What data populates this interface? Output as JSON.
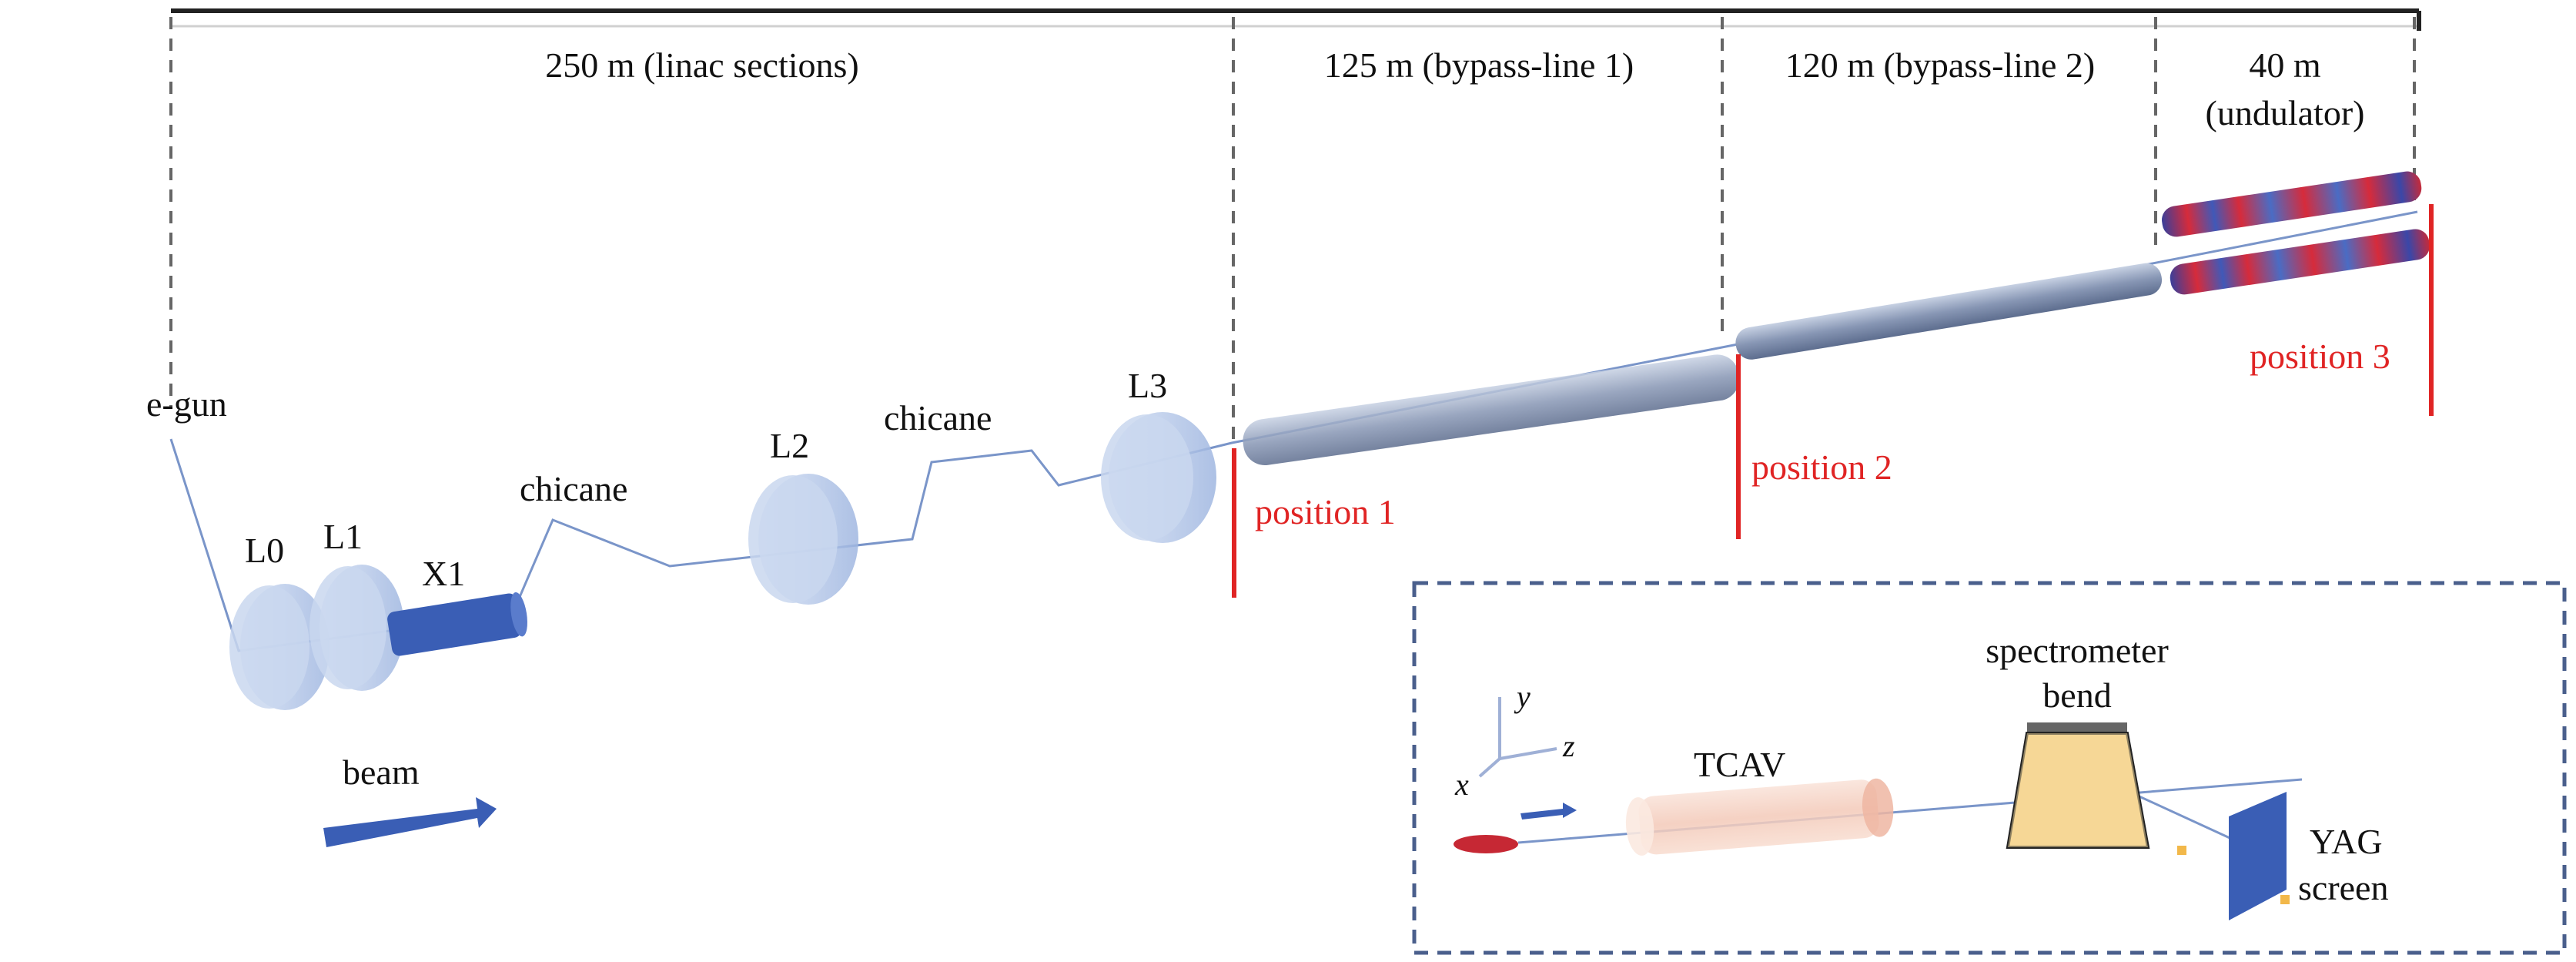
{
  "segments": {
    "linac": "250 m (linac sections)",
    "bypass1": "125 m (bypass-line 1)",
    "bypass2": "120 m (bypass-line 2)",
    "undulator_line1": "40 m",
    "undulator_line2": "(undulator)"
  },
  "components": {
    "egun": "e-gun",
    "l0": "L0",
    "l1": "L1",
    "x1": "X1",
    "chicane1": "chicane",
    "l2": "L2",
    "chicane2": "chicane",
    "l3": "L3",
    "beam": "beam"
  },
  "positions": {
    "p1": "position 1",
    "p2": "position 2",
    "p3": "position 3"
  },
  "inset": {
    "axis_x": "x",
    "axis_y": "y",
    "axis_z": "z",
    "tcav": "TCAV",
    "spectrometer_line1": "spectrometer",
    "spectrometer_line2": "bend",
    "yag_line1": "YAG",
    "yag_line2": "screen"
  },
  "colors": {
    "marker_red": "#e02424",
    "cavity_blue": "#b8c9ea",
    "x1_blue": "#3a5eb5",
    "inset_border": "#4a5f8c"
  }
}
